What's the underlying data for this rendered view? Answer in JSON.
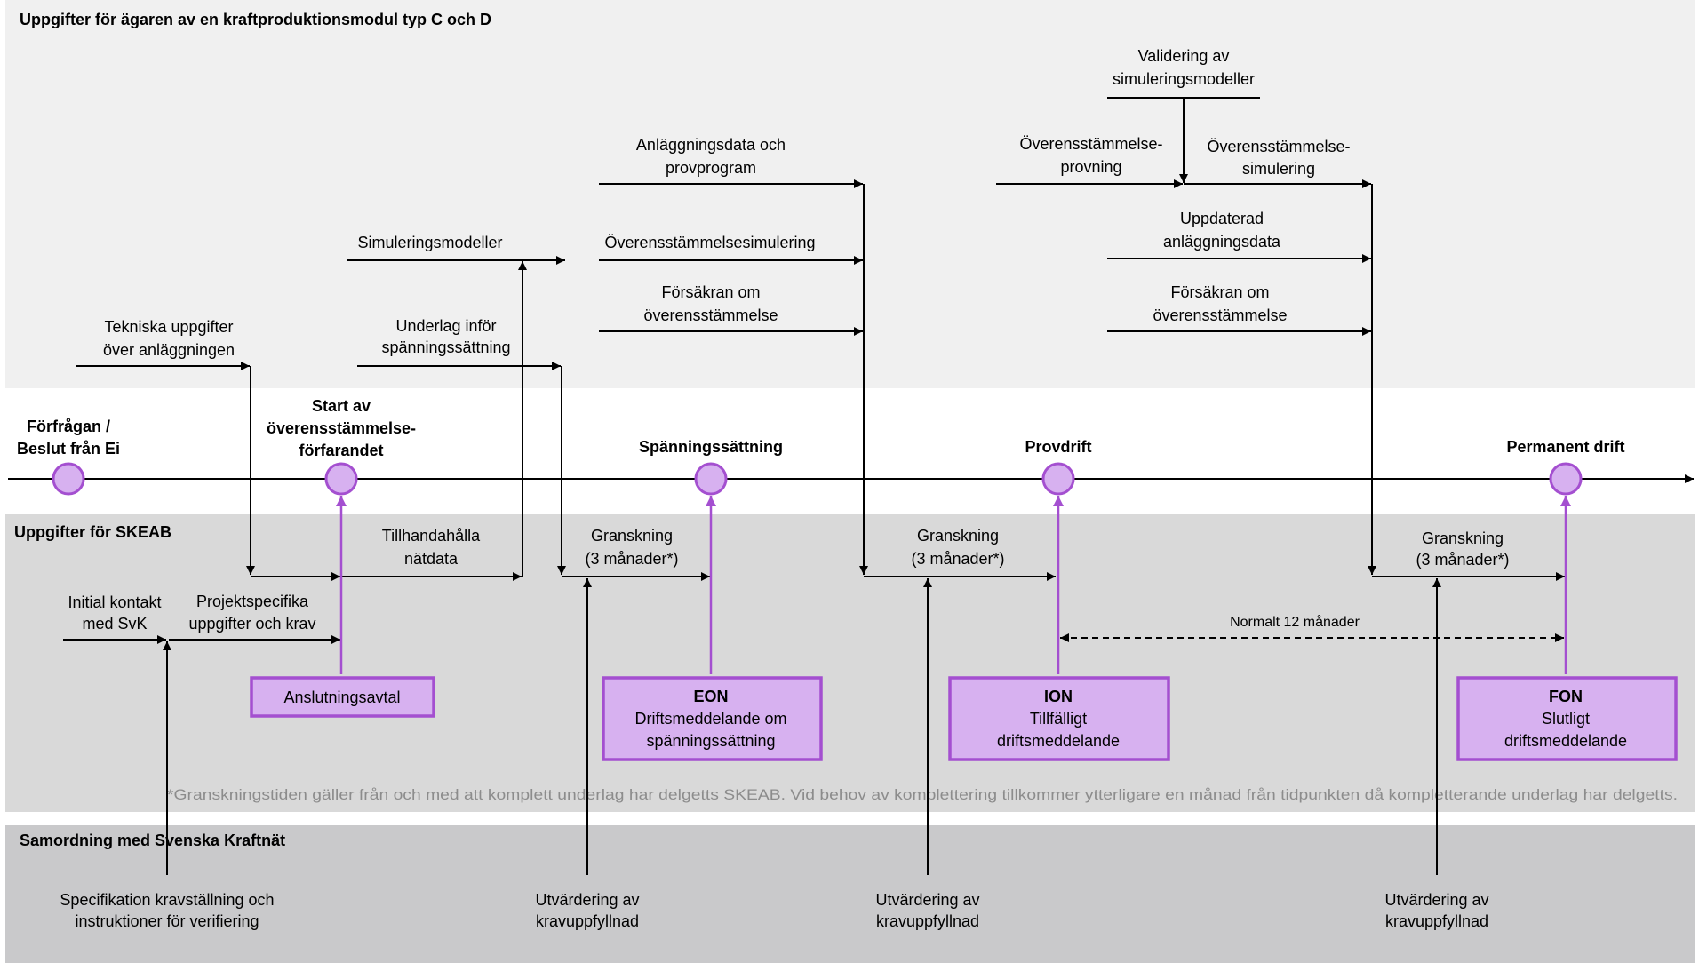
{
  "bands": {
    "owner": {
      "title": "Uppgifter för ägaren av en kraftproduktionsmodul typ C och D"
    },
    "skeab": {
      "title": "Uppgifter för SKEAB"
    },
    "svk": {
      "title": "Samordning med Svenska Kraftnät"
    }
  },
  "milestones": [
    {
      "label": [
        "Förfrågan /",
        "Beslut från Ei"
      ]
    },
    {
      "label": [
        "Start av",
        "överensstämmelse-",
        "förfarandet"
      ]
    },
    {
      "label": [
        "Spänningssättning"
      ]
    },
    {
      "label": [
        "Provdrift"
      ]
    },
    {
      "label": [
        "Permanent drift"
      ]
    }
  ],
  "owner_tasks": {
    "technical_data": [
      "Tekniska uppgifter",
      "över anläggningen"
    ],
    "simulation_models": [
      "Simuleringsmodeller"
    ],
    "energization_basis": [
      "Underlag inför",
      "spänningssättning"
    ],
    "plant_data_test_program": [
      "Anläggningsdata och",
      "provprogram"
    ],
    "compliance_simulation": [
      "Överensstämmelsesimulering"
    ],
    "compliance_declaration_1": [
      "Försäkran om",
      "överensstämmelse"
    ],
    "model_validation": [
      "Validering av",
      "simuleringsmodeller"
    ],
    "compliance_testing": [
      "Överensstämmelse-",
      "provning"
    ],
    "compliance_simulation_2": [
      "Överensstämmelse-",
      "simulering"
    ],
    "updated_plant_data": [
      "Uppdaterad",
      "anläggningsdata"
    ],
    "compliance_declaration_2": [
      "Försäkran om",
      "överensstämmelse"
    ]
  },
  "skeab_tasks": {
    "initial_contact": [
      "Initial kontakt",
      "med SvK"
    ],
    "project_requirements": [
      "Projektspecifika",
      "uppgifter och krav"
    ],
    "provide_grid_data": [
      "Tillhandahålla",
      "nätdata"
    ],
    "reviews": [
      [
        "Granskning",
        "(3 månader*)"
      ],
      [
        "Granskning",
        "(3 månader*)"
      ],
      [
        "Granskning",
        "(3 månader*)"
      ]
    ],
    "normal_duration": "Normalt 12 månader",
    "footnote": "*Granskningstiden gäller från och med att komplett underlag har delgetts SKEAB. Vid behov av komplettering tillkommer ytterligare en månad från tidpunkten då kompletterande underlag har delgetts."
  },
  "agreement": "Anslutningsavtal",
  "notices": [
    {
      "code": "EON",
      "lines": [
        "Driftsmeddelande om",
        "spänningssättning"
      ]
    },
    {
      "code": "ION",
      "lines": [
        "Tillfälligt",
        "driftsmeddelande"
      ]
    },
    {
      "code": "FON",
      "lines": [
        "Slutligt",
        "driftsmeddelande"
      ]
    }
  ],
  "svk_tasks": [
    [
      "Specifikation kravställning och",
      "instruktioner för verifiering"
    ],
    [
      "Utvärdering av",
      "kravuppfyllnad"
    ],
    [
      "Utvärdering av",
      "kravuppfyllnad"
    ],
    [
      "Utvärdering av",
      "kravuppfyllnad"
    ]
  ],
  "colors": {
    "purple_fill": "#d7b1f0",
    "purple_stroke": "#a44fd0",
    "owner_band": "#f0f0f0",
    "skeab_band": "#d9d9d9",
    "svk_band": "#c9c9cb",
    "footnote": "#8c8c8c"
  }
}
